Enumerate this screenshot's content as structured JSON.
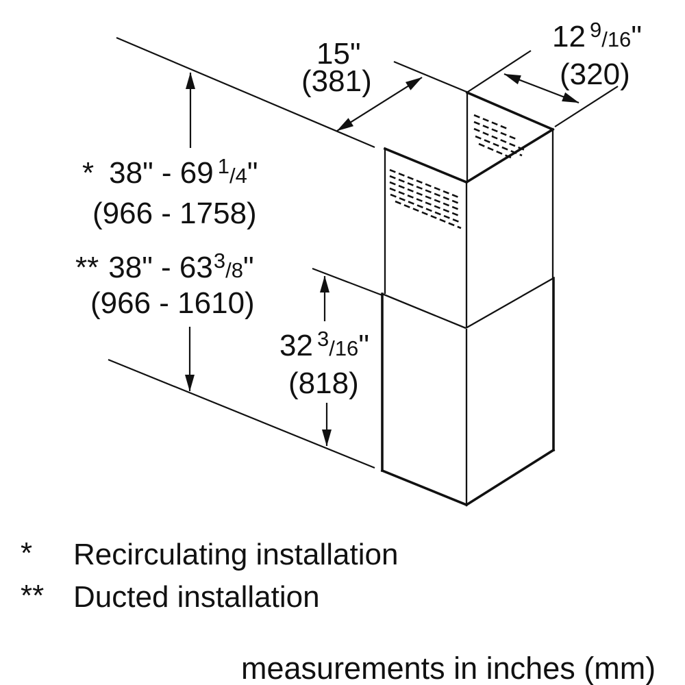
{
  "dims": {
    "width": {
      "in": "15\"",
      "mm": "(381)"
    },
    "depth": {
      "whole": "12",
      "num": "9",
      "den": "/16",
      "unit": "\"",
      "mm": "(320)"
    },
    "recirc": {
      "marker": "*",
      "body": "38\" - 69",
      "num": "1",
      "den": "/4",
      "unit": "\"",
      "mm": "(966 - 1758)"
    },
    "ducted": {
      "marker": "**",
      "body": "38\" - 63",
      "num": "3",
      "den": "/8",
      "unit": "\"",
      "mm": "(966 - 1610)"
    },
    "lower": {
      "body": "32",
      "num": "3",
      "den": "/16",
      "unit": "\"",
      "mm": "(818)"
    }
  },
  "footnotes": [
    {
      "marker": "*",
      "text": "Recirculating installation"
    },
    {
      "marker": "**",
      "text": "Ducted installation"
    }
  ],
  "footer": "measurements in inches (mm)",
  "colors": {
    "line": "#111111",
    "background": "#ffffff"
  }
}
